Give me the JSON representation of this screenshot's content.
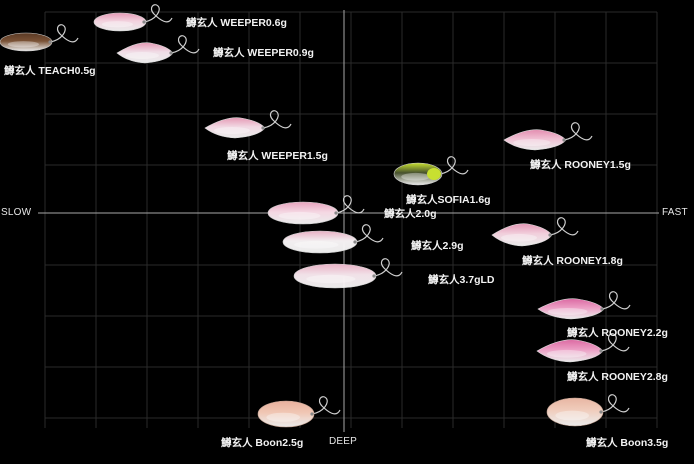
{
  "axis": {
    "left": "SLOW",
    "right": "FAST",
    "bottom": "DEEP"
  },
  "lures": [
    {
      "label": "鱒玄人 WEEPER0.6g",
      "body": "#f2d2de",
      "tip": "#e59ab5"
    },
    {
      "label": "鱒玄人 WEEPER0.9g",
      "body": "#f0dde6",
      "tip": "#e59ab5"
    },
    {
      "label": "鱒玄人 TEACH0.5g",
      "body": "#7a5236",
      "tip": "#5a3a24"
    },
    {
      "label": "鱒玄人 WEEPER1.5g",
      "body": "#f1d8e3",
      "tip": "#e59ab5"
    },
    {
      "label": "鱒玄人 ROONEY1.5g",
      "body": "#f0c0d3",
      "tip": "#e38db0"
    },
    {
      "label": "鱒玄人SOFIA1.6g",
      "body": "#47512e",
      "tip": "#c8e030"
    },
    {
      "label": "鱒玄人2.0g",
      "body": "#f4d6e2",
      "tip": "#e7a3bd"
    },
    {
      "label": "鱒玄人2.9g",
      "body": "#f2eef0",
      "tip": "#e7b0c4"
    },
    {
      "label": "鱒玄人 ROONEY1.8g",
      "body": "#f1cfdc",
      "tip": "#e497b5"
    },
    {
      "label": "鱒玄人3.7gLD",
      "body": "#f1e1e8",
      "tip": "#e9b2c6"
    },
    {
      "label": "鱒玄人 ROONEY2.2g",
      "body": "#ec9fc5",
      "tip": "#dc6aa3"
    },
    {
      "label": "鱒玄人 ROONEY2.8g",
      "body": "#ec9fc5",
      "tip": "#dc6aa3"
    },
    {
      "label": "鱒玄人 Boon2.5g",
      "body": "#f0c7b5",
      "tip": "#e8b09d"
    },
    {
      "label": "鱒玄人 Boon3.5g",
      "body": "#f0cdbd",
      "tip": "#e8b6a3"
    }
  ]
}
